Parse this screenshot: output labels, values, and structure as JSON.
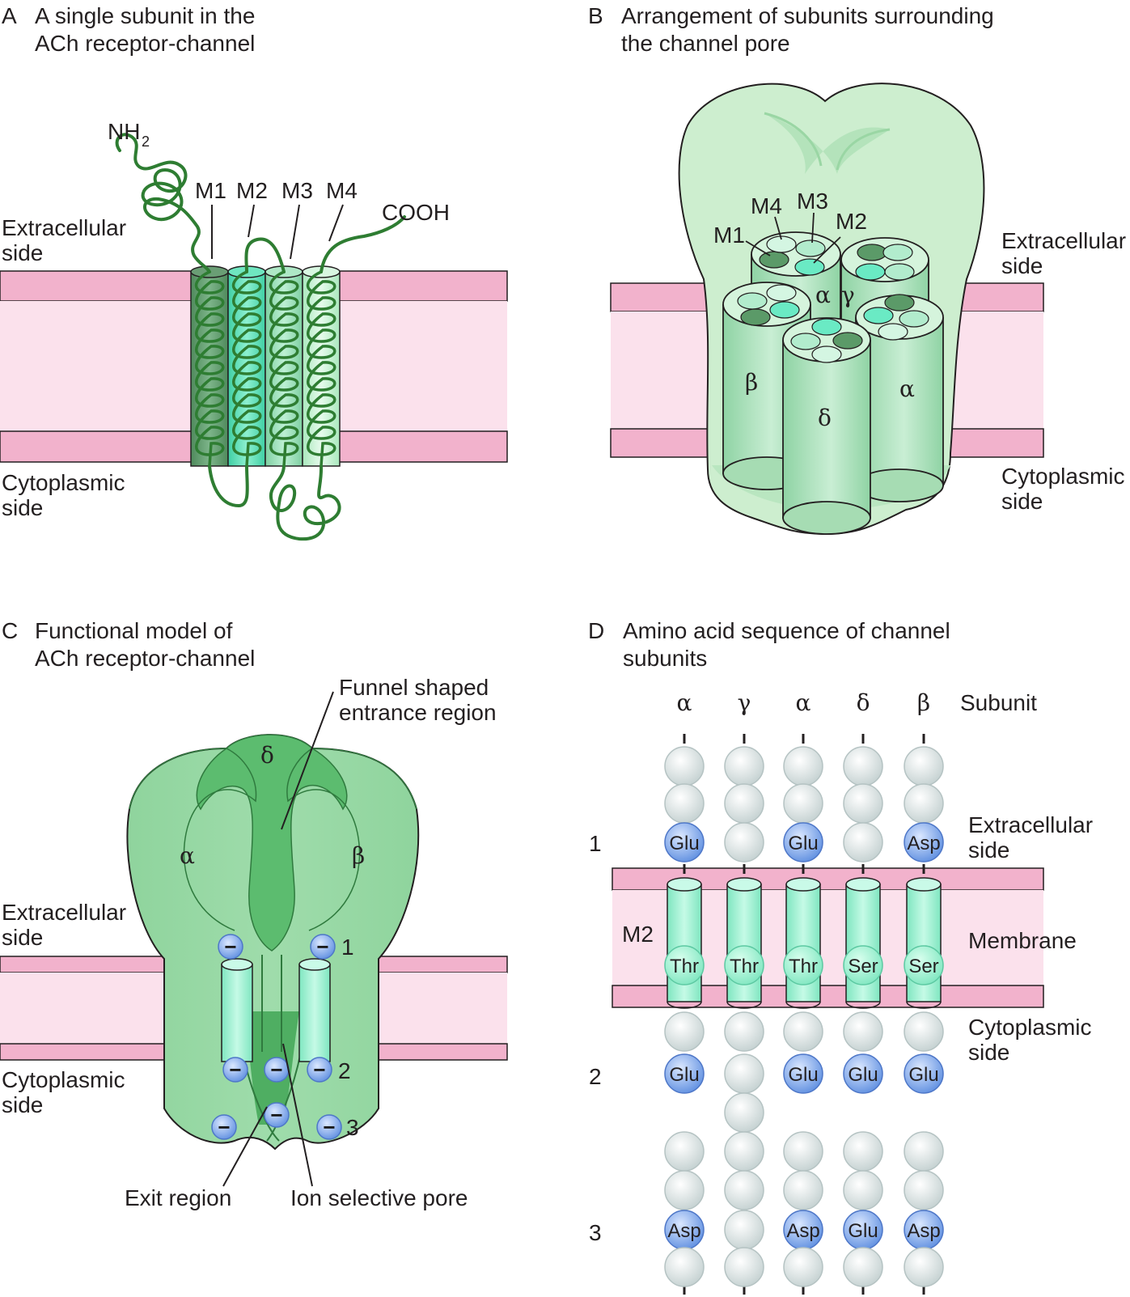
{
  "panelA": {
    "letter": "A",
    "title_line1": "A single subunit in the",
    "title_line2": "ACh receptor-channel",
    "nh2": "NH",
    "nh2_sub": "2",
    "cooh": "COOH",
    "segments": [
      "M1",
      "M2",
      "M3",
      "M4"
    ],
    "extracellular": [
      "Extracellular",
      "side"
    ],
    "cytoplasmic": [
      "Cytoplasmic",
      "side"
    ]
  },
  "panelB": {
    "letter": "B",
    "title_line1": "Arrangement of subunits surrounding",
    "title_line2": "the channel pore",
    "segments": {
      "m1": "M1",
      "m2": "M2",
      "m3": "M3",
      "m4": "M4"
    },
    "subunits": {
      "alpha1": "α",
      "gamma": "γ",
      "beta": "β",
      "delta": "δ",
      "alpha2": "α"
    },
    "extracellular": [
      "Extracellular",
      "side"
    ],
    "cytoplasmic": [
      "Cytoplasmic",
      "side"
    ]
  },
  "panelC": {
    "letter": "C",
    "title_line1": "Functional model of",
    "title_line2": "ACh receptor-channel",
    "funnel": [
      "Funnel shaped",
      "entrance region"
    ],
    "subunits": {
      "delta": "δ",
      "alpha": "α",
      "beta": "β"
    },
    "extracellular": [
      "Extracellular",
      "side"
    ],
    "cytoplasmic": [
      "Cytoplasmic",
      "side"
    ],
    "rings": [
      "1",
      "2",
      "3"
    ],
    "charge": "−",
    "exit": "Exit region",
    "pore": "Ion selective pore"
  },
  "panelD": {
    "letter": "D",
    "title_line1": "Amino acid sequence of channel",
    "title_line2": "subunits",
    "subunit_header": "Subunit",
    "columns": [
      "α",
      "γ",
      "α",
      "δ",
      "β"
    ],
    "ring_labels": [
      "1",
      "2",
      "3"
    ],
    "m2_label": "M2",
    "extracellular": [
      "Extracellular",
      "side"
    ],
    "membrane": "Membrane",
    "cytoplasmic": [
      "Cytoplasmic",
      "side"
    ],
    "ring1_residues": [
      "Glu",
      "",
      "Glu",
      "",
      "Asp"
    ],
    "polar_residues": [
      "Thr",
      "Thr",
      "Thr",
      "Ser",
      "Ser"
    ],
    "ring2_residues": [
      "Glu",
      "",
      "Glu",
      "Glu",
      "Glu"
    ],
    "ring3_residues": [
      "Asp",
      "",
      "Asp",
      "Glu",
      "Asp"
    ]
  },
  "colors": {
    "membrane_band": "#f2b2cc",
    "membrane_core": "#fbe1ec",
    "helix_green": "#2e7d32",
    "acidic_residue": "#8fb3ee",
    "neutral_residue": "#e2ebeb",
    "m2_cylinder": "#a8f2d8"
  }
}
